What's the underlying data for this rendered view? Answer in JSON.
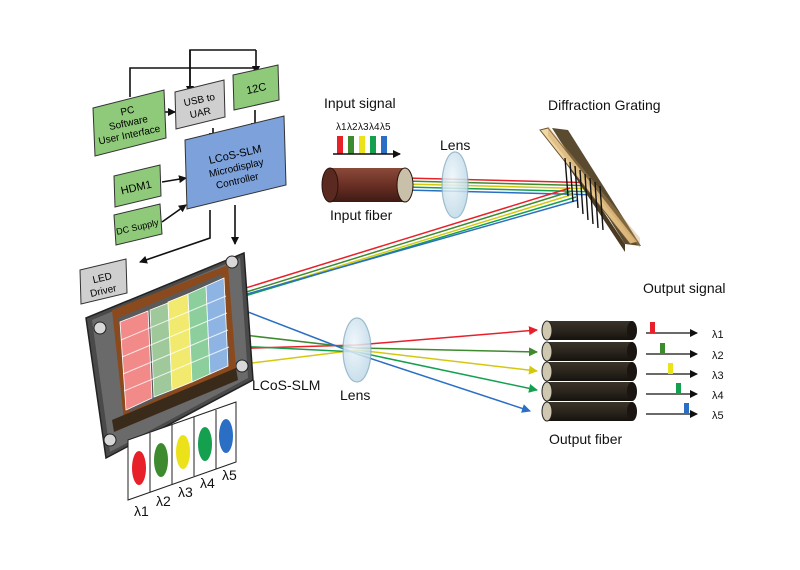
{
  "blocks": {
    "pc": [
      "PC",
      "Software",
      "User Interface"
    ],
    "usb": [
      "USB to",
      "UAR"
    ],
    "i2c": "12C",
    "hdmi": "HDM1",
    "dc": "DC Supply",
    "lcos_ctrl": [
      "LCoS-SLM",
      "Microdisplay",
      "Controller"
    ],
    "led": [
      "LED",
      "Driver"
    ]
  },
  "labels": {
    "input_signal": "Input signal",
    "lens_top": "Lens",
    "diffraction": "Diffraction Grating",
    "input_fiber": "Input fiber",
    "output_signal": "Output signal",
    "lcos_slm": "LCoS-SLM",
    "lens_bottom": "Lens",
    "output_fiber": "Output fiber"
  },
  "wavelengths": [
    "λ1",
    "λ2",
    "λ3",
    "λ4",
    "λ5"
  ],
  "colors": {
    "red": "#e8202a",
    "green": "#3e8a2e",
    "yellow": "#ece21a",
    "green2": "#15a050",
    "blue": "#2a6fc4",
    "block_green": "#8fc97a",
    "block_blue": "#7da1da",
    "block_gray": "#cfcfcf"
  }
}
